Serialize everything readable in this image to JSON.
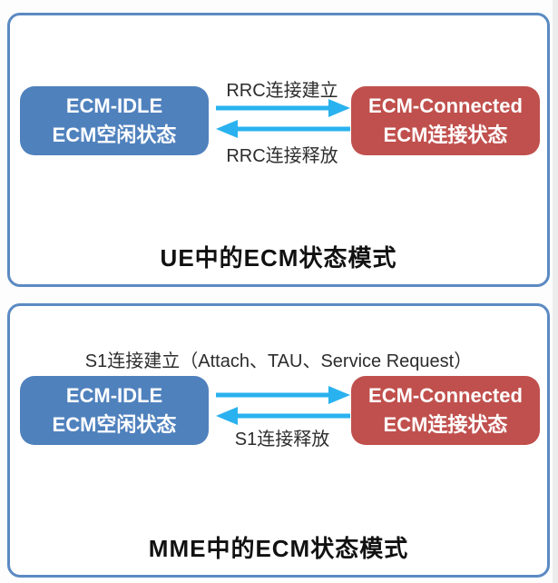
{
  "colors": {
    "panel_border": "#5b8ac2",
    "idle_fill": "#4f81bd",
    "connected_fill": "#c0504d",
    "arrow": "#29b2ef",
    "label_text": "#2d2d2d",
    "caption_text": "#111111",
    "box_text": "#ffffff"
  },
  "panels": [
    {
      "caption": "UE中的ECM状态模式",
      "idle_box": {
        "line1": "ECM-IDLE",
        "line2": "ECM空闲状态"
      },
      "connected_box": {
        "line1": "ECM-Connected",
        "line2": "ECM连接状态"
      },
      "establish_label": "RRC连接建立",
      "release_label": "RRC连接释放"
    },
    {
      "caption": "MME中的ECM状态模式",
      "idle_box": {
        "line1": "ECM-IDLE",
        "line2": "ECM空闲状态"
      },
      "connected_box": {
        "line1": "ECM-Connected",
        "line2": "ECM连接状态"
      },
      "establish_label": "S1连接建立（Attach、TAU、Service Request）",
      "release_label": "S1连接释放"
    }
  ]
}
